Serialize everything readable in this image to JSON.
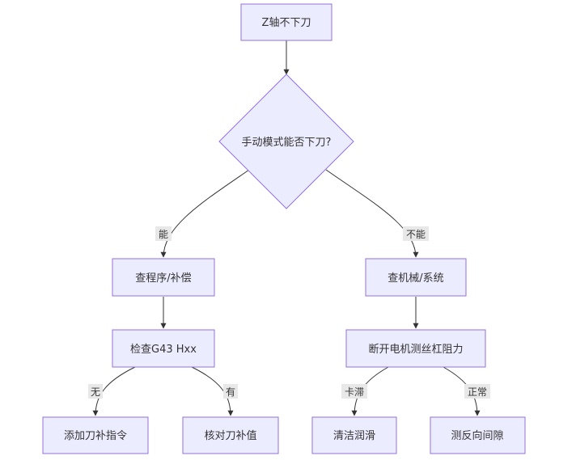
{
  "nodes": {
    "start": "Z轴不下刀",
    "decision": "手动模式能否下刀?",
    "check_program": "查程序/补偿",
    "check_g43": "检查G43 Hxx",
    "add_comp": "添加刀补指令",
    "verify_comp": "核对刀补值",
    "check_mech": "查机械/系统",
    "disconnect": "断开电机测丝杠阻力",
    "clean": "清洁润滑",
    "backlash": "测反向间隙"
  },
  "edges": {
    "can": "能",
    "cannot": "不能",
    "none": "无",
    "has": "有",
    "stuck": "卡滞",
    "normal": "正常"
  },
  "colors": {
    "node_fill": "#ececff",
    "node_stroke": "#9370db",
    "edge": "#333333",
    "label_bg": "#e8e8e8"
  }
}
